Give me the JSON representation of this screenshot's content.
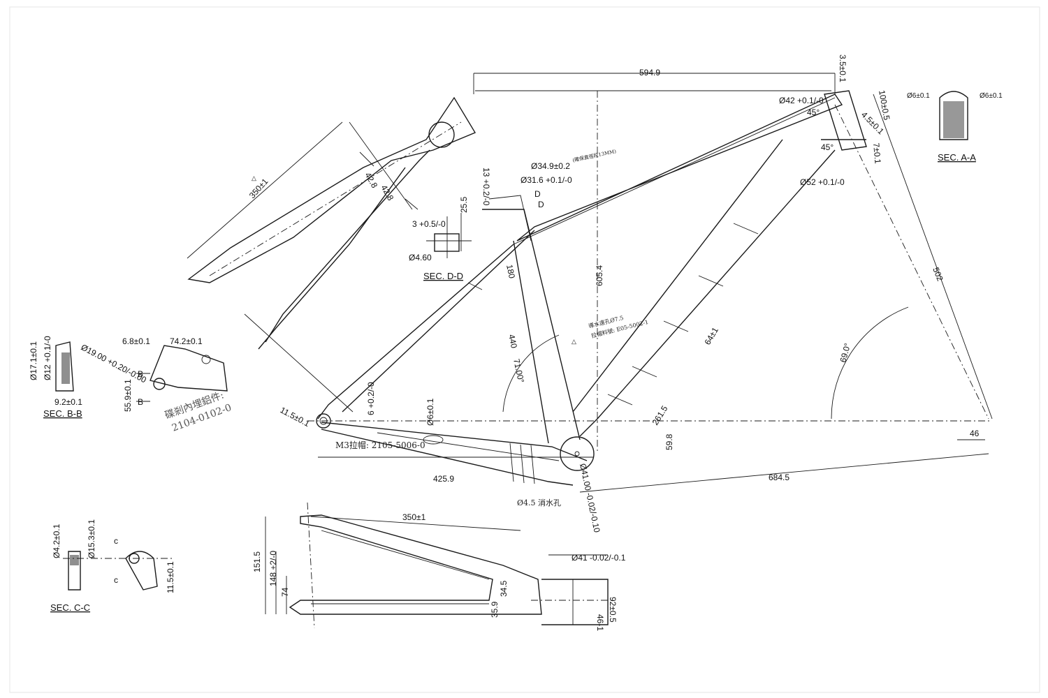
{
  "drawing": {
    "main_dims": {
      "top_length": "594.9",
      "stack": "605.4",
      "reach": "502",
      "wheelbase_part": "684.5",
      "chainstay": "425.9",
      "seat_tube_len": "440",
      "seat_top": "180",
      "seat_angle": "71.00°",
      "head_angle": "69.0°",
      "bb_drop": "59.8",
      "down_tube_part": "261.5",
      "head_offset": "46",
      "dropout_dim": "11.5±0.1",
      "bb_hole": "Ø41.00 -0.02/-0.10",
      "drain_hole": "Ø4.5 消水孔"
    },
    "head_tube": {
      "top_bore": "Ø42 +0.1/-0",
      "bottom_bore": "Ø52 +0.1/-0",
      "length": "100±0.5",
      "angle_top": "45°",
      "angle_bottom": "45°",
      "d1": "3.5±0.1",
      "d2": "4.5±0.1",
      "d3": "7±0.1"
    },
    "seat_tube": {
      "clamp_od": "Ø34.9±0.2",
      "clamp_note": "(確保直徑段13MM)",
      "post_id": "Ø31.6 +0.1/-0",
      "clamp_len": "13 +0.2/-0",
      "section_mark": "D"
    },
    "down_tube": {
      "hole_note": "導水遠孔Ø7.5",
      "part_note": "拉帽料號: E05-5002-1",
      "tube_dim": "64±1"
    },
    "seat_stay": {
      "length": "350±1",
      "w1": "42.8",
      "w2": "42.8"
    },
    "chain_stay": {
      "length": "350±1",
      "h1": "151.5",
      "h2": "148 +2/-0",
      "h3": "74",
      "w1": "35.9",
      "w2": "34.5",
      "bb_od": "Ø41 -0.02/-0.1",
      "bb_w": "46-1",
      "bb_w2": "92±0.5",
      "m3_note": "M3拉帽: 2105-5006-0",
      "pivot_a": "6 +0.2/-0",
      "pivot_b": "Ø6±0.1"
    },
    "sec_dd": {
      "title": "SEC. D-D",
      "d1": "3 +0.5/-0",
      "d2": "25.5",
      "d3": "Ø4.60"
    },
    "sec_aa": {
      "title": "SEC. A-A",
      "l": "Ø6±0.1",
      "r": "Ø6±0.1"
    },
    "sec_bb": {
      "title": "SEC. B-B",
      "d1": "Ø17.1±0.1",
      "d2": "Ø12 +0.1/-0",
      "d3": "9.2±0.1",
      "d4": "Ø19.00 +0.20/-0.00",
      "d5": "6.8±0.1",
      "d6": "74.2±0.1",
      "d7": "55.9±0.1",
      "mark": "B",
      "cn_label_1": "碟剎內埋鋁件:",
      "cn_label_2": "2104-0102-0"
    },
    "sec_cc": {
      "title": "SEC. C-C",
      "d1": "Ø4.2±0.1",
      "d2": "Ø15.3±0.1",
      "d3": "11.5±0.1",
      "mark": "c"
    }
  }
}
